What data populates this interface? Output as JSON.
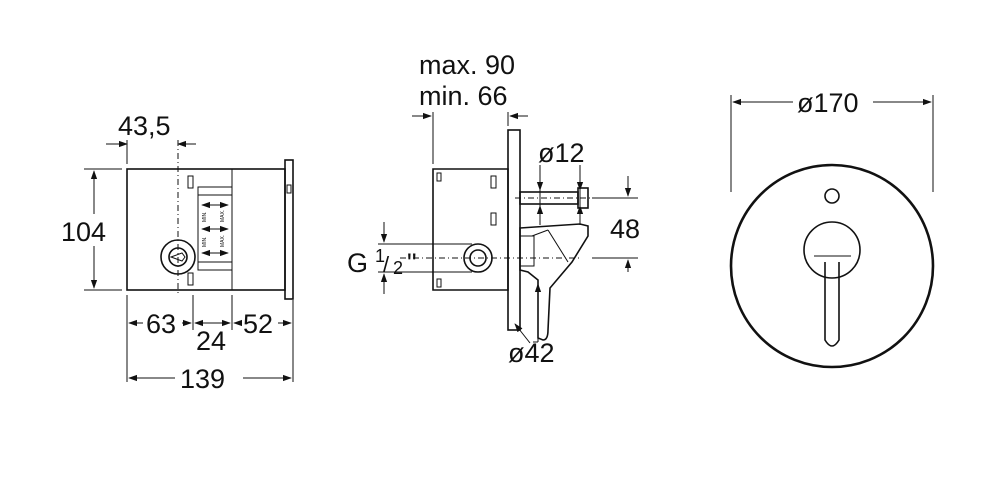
{
  "view1": {
    "dim_offset": "43,5",
    "dim_height": "104",
    "dim_left": "63",
    "dim_mid": "24",
    "dim_right": "52",
    "dim_total": "139",
    "scale_labels": [
      "MIN.",
      "MAX.",
      "MIN.",
      "MAX."
    ]
  },
  "view2": {
    "depth_max": "max. 90",
    "depth_min": "min. 66",
    "stem_dia": "ø12",
    "offset": "48",
    "thread_g": "G",
    "thread_num": "1",
    "thread_den": "2",
    "thread_quote": "\"",
    "base_dia": "ø42"
  },
  "view3": {
    "plate_dia": "ø170"
  }
}
